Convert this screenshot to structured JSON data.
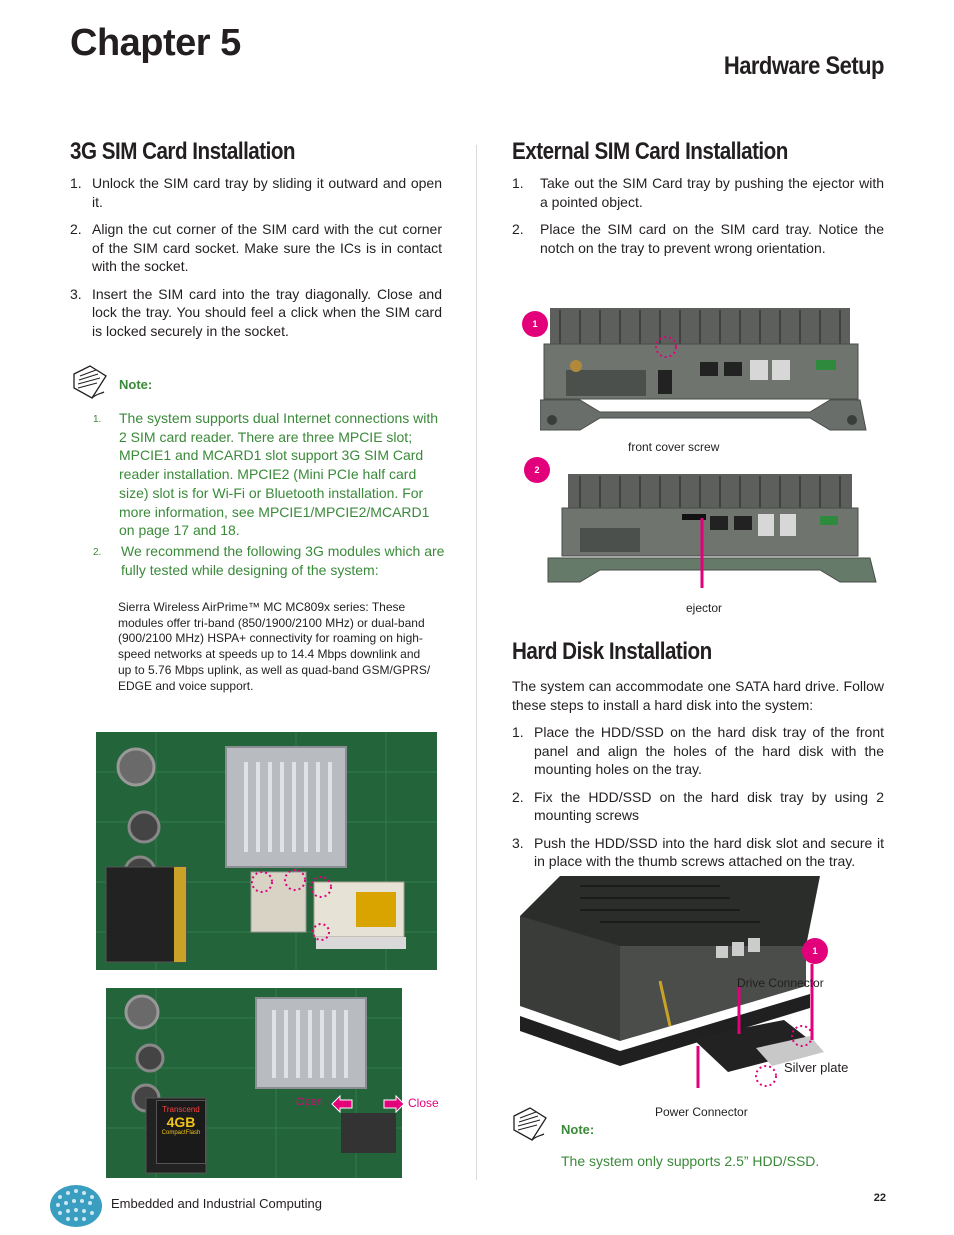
{
  "header": {
    "chapter": "Chapter 5",
    "section": "Hardware Setup"
  },
  "sim3g": {
    "title": "3G SIM Card Installation",
    "steps": [
      {
        "n": "1.",
        "text": "Unlock the SIM card tray by sliding it outward and open it."
      },
      {
        "n": "2.",
        "text": "Align the cut corner of the SIM card with the cut corner of the SIM card socket. Make sure the ICs is in contact with the socket."
      },
      {
        "n": "3.",
        "text": "Insert the SIM card into the tray diagonally. Close and lock the tray. You should feel a click when the SIM card is locked securely in the socket."
      }
    ],
    "note": {
      "label": "Note:",
      "items": [
        {
          "n": "1.",
          "text": "The system supports dual Internet connections with 2 SIM card reader. There are three MPCIE slot; MPCIE1 and MCARD1 slot support 3G SIM Card reader installation. MPCIE2 (Mini PCIe half card size) slot is for Wi-Fi or Bluetooth installation. For more information, see MPCIE1/MPCIE2/MCARD1 on page 17 and 18."
        },
        {
          "n": "2.",
          "text": "We recommend the following 3G modules which are fully tested while designing of the system:"
        }
      ],
      "module_text": "Sierra Wireless AirPrime™ MC MC809x series: These modules offer tri-band (850/1900/2100 MHz) or dual-band (900/2100 MHz) HSPA+ connectivity for roaming on high-speed networks at speeds up to 14.4 Mbps downlink and up to 5.76 Mbps uplink, as well as quad-band GSM/GPRS/ EDGE and voice support."
    },
    "tray_labels": {
      "open": "Open",
      "close": "Close"
    },
    "cf_card": {
      "brand": "Transcend",
      "type": "CompactFlash",
      "size": "4GB"
    }
  },
  "external_sim": {
    "title": "External SIM Card Installation",
    "steps": [
      {
        "n": "1.",
        "text": "Take out the SIM Card tray by pushing the ejector with a pointed object."
      },
      {
        "n": "2.",
        "text": "Place the SIM card on the SIM card tray. Notice the notch on the tray to prevent wrong orientation."
      }
    ],
    "badge1": "1",
    "badge2": "2",
    "caption_screw": "front cover screw",
    "caption_ejector": "ejector"
  },
  "hdd": {
    "title": "Hard Disk Installation",
    "intro": "The system can accommodate one SATA hard drive. Follow these steps to install a hard disk into the system:",
    "steps": [
      {
        "n": "1.",
        "text": "Place the HDD/SSD on the hard disk tray of the front panel and align the holes of the hard disk with the mounting holes on the tray."
      },
      {
        "n": "2.",
        "text": "Fix the HDD/SSD on the hard disk tray by using 2 mounting screws"
      },
      {
        "n": "3.",
        "text": "Push the HDD/SSD into the hard disk slot and secure it in place with the thumb screws attached on the tray."
      }
    ],
    "badge": "1",
    "label_drive": "Drive Connector",
    "label_plate": "Silver plate",
    "label_power": "Power Connector",
    "note_label": "Note:",
    "note_text": "The system only supports 2.5” HDD/SSD."
  },
  "footer": {
    "text": "Embedded and Industrial Computing",
    "page": "22"
  },
  "colors": {
    "accent": "#e3007b",
    "note_green": "#3a8a3a",
    "pcb": "#1f5a2e"
  }
}
